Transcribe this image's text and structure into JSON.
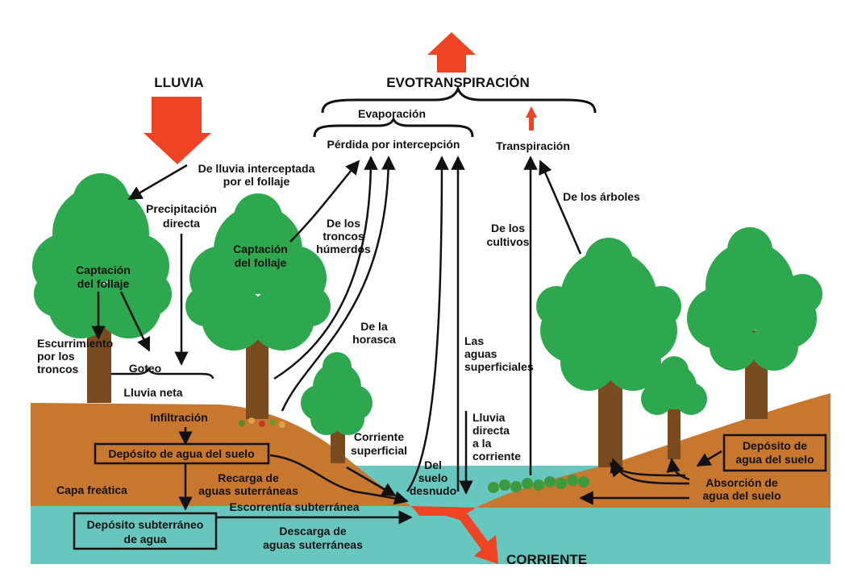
{
  "colors": {
    "ground": "#c8772e",
    "water": "#67c6bd",
    "foliage": "#2da84f",
    "trunk": "#7a4b1f",
    "arrow_red": "#ef4423",
    "line": "#111111"
  },
  "labels": {
    "lluvia": "LLUVIA",
    "evotranspiracion": "EVOTRANSPIRACIÓN",
    "evaporacion": "Evaporación",
    "perdida": "Pérdida por intercepción",
    "transpiracion": "Transpiración",
    "interceptada_1": "De lluvia interceptada",
    "interceptada_2": "por el follaje",
    "precip_1": "Precipitación",
    "precip_2": "directa",
    "captacion_izq_1": "Captación",
    "captacion_izq_2": "del follaje",
    "captacion_cen_1": "Captación",
    "captacion_cen_2": "del follaje",
    "troncos_1": "De los",
    "troncos_2": "troncos",
    "troncos_3": "húmerdos",
    "horasca_1": "De la",
    "horasca_2": "horasca",
    "escurr_1": "Escurrimiento",
    "escurr_2": "por los",
    "escurr_3": "troncos",
    "goteo": "Goteo",
    "lluvia_neta": "Lluvia neta",
    "infiltracion": "Infiltración",
    "deposito_suelo_izq": "Depósito de agua del suelo",
    "recarga_1": "Recarga de",
    "recarga_2": "aguas suterráneas",
    "capa_freatica": "Capa freática",
    "escorrentia_sub": "Escorrentía subterránea",
    "dep_subt_1": "Depósito subterráneo",
    "dep_subt_2": "de agua",
    "descarga_1": "Descarga de",
    "descarga_2": "aguas suterráneas",
    "corriente_sup_1": "Corriente",
    "corriente_sup_2": "superficial",
    "suelo_1": "Del",
    "suelo_2": "suelo",
    "suelo_3": "desnudo",
    "aguas_sup_1": "Las",
    "aguas_sup_2": "aguas",
    "aguas_sup_3": "superficiales",
    "lluvia_directa_1": "Lluvia",
    "lluvia_directa_2": "directa",
    "lluvia_directa_3": "a la",
    "lluvia_directa_4": "corriente",
    "cultivos_1": "De los",
    "cultivos_2": "cultivos",
    "arboles": "De los árboles",
    "dep_suelo_der_1": "Depósito de",
    "dep_suelo_der_2": "agua del suelo",
    "absorcion_1": "Absorción de",
    "absorcion_2": "agua del suelo",
    "corriente": "CORRIENTE"
  }
}
